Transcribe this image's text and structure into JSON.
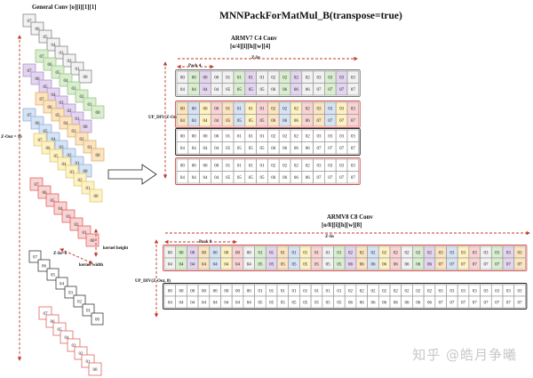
{
  "title": "MNNPackForMatMul_B(transpose=true)",
  "left": {
    "title": "General Conv [o][i][1][1]",
    "z_out_label": "Z-Out = 16",
    "kernel_height": "kernel height",
    "kernel_width": "kernel width",
    "z_in_label": "Z-In=8"
  },
  "armv7": {
    "title": "ARMV7 C4 Conv",
    "layout": "[o/4][i][h][w][4]",
    "z_in": "Z-In",
    "pack": "Pack 4",
    "side": "UP_DIV(Z-Out, 4)",
    "rows": [
      [
        "00",
        "00",
        "00",
        "00",
        "01",
        "01",
        "01",
        "01",
        "02",
        "02",
        "02",
        "02",
        "03",
        "03",
        "03",
        "03"
      ],
      [
        "04",
        "04",
        "04",
        "04",
        "05",
        "05",
        "05",
        "05",
        "06",
        "06",
        "06",
        "06",
        "07",
        "07",
        "07",
        "07"
      ]
    ]
  },
  "armv8": {
    "title": "ARMV8  C8 Conv",
    "layout": "[o/8][i][h][w][8]",
    "z_in": "Z-In",
    "pack": "Pack 8",
    "side": "UP_DIV(Z-Out, 8)",
    "rows": [
      [
        "00",
        "00",
        "00",
        "00",
        "00",
        "00",
        "00",
        "00",
        "01",
        "01",
        "01",
        "01",
        "01",
        "01",
        "01",
        "01",
        "02",
        "02",
        "02",
        "02",
        "02",
        "02",
        "02",
        "02",
        "03",
        "03",
        "03",
        "03",
        "03",
        "03",
        "03",
        "03"
      ],
      [
        "04",
        "04",
        "04",
        "04",
        "04",
        "04",
        "04",
        "04",
        "05",
        "05",
        "05",
        "05",
        "05",
        "05",
        "05",
        "05",
        "06",
        "06",
        "06",
        "06",
        "06",
        "06",
        "06",
        "06",
        "07",
        "07",
        "07",
        "07",
        "07",
        "07",
        "07",
        "07"
      ]
    ]
  },
  "stack_labels": [
    "07",
    "06",
    "05",
    "04",
    "03",
    "02",
    "01",
    "00"
  ],
  "colors": {
    "gray": "#f2f2f2",
    "green": "#d9eecf",
    "purple": "#e3d4ef",
    "orange": "#fbe4bf",
    "blue": "#d6e3f4",
    "yellow": "#fff2c2",
    "pink": "#f9d4d4",
    "red_border": "#d9534f",
    "dark": "#222222"
  },
  "watermark": "知乎 @皓月争曦"
}
